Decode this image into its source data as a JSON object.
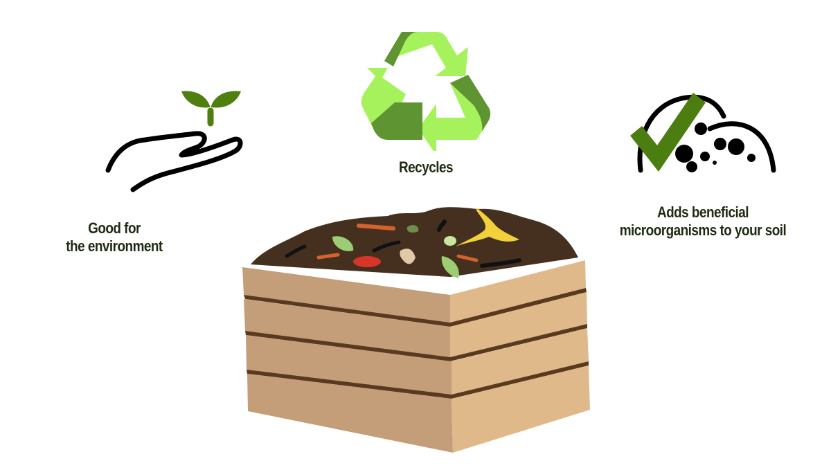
{
  "benefits": [
    {
      "id": "environment",
      "icon": "hand-with-sprout-icon",
      "lines": [
        "Good for",
        "the environment"
      ]
    },
    {
      "id": "recycles",
      "icon": "recycle-icon",
      "lines": [
        "Recycles"
      ]
    },
    {
      "id": "microorganisms",
      "icon": "soil-check-icon",
      "lines": [
        "Adds beneficial",
        "microorganisms to your soil"
      ]
    }
  ],
  "illustration": {
    "subject": "compost-bin-icon",
    "contents": [
      "banana-peel",
      "apple-core",
      "leaves",
      "tomato-slice",
      "carrot-peels",
      "cucumber-slice",
      "worms"
    ]
  },
  "colors": {
    "text": "#1f2a12",
    "sprout_green": "#4e7f0f",
    "recycle_dark": "#5e9431",
    "recycle_light": "#a6f25c",
    "check_green": "#4b7d10",
    "soil": "#45301f",
    "wood_front": "#c49e78",
    "wood_side": "#e0b98a",
    "slat_gap": "#5a3a1e"
  }
}
